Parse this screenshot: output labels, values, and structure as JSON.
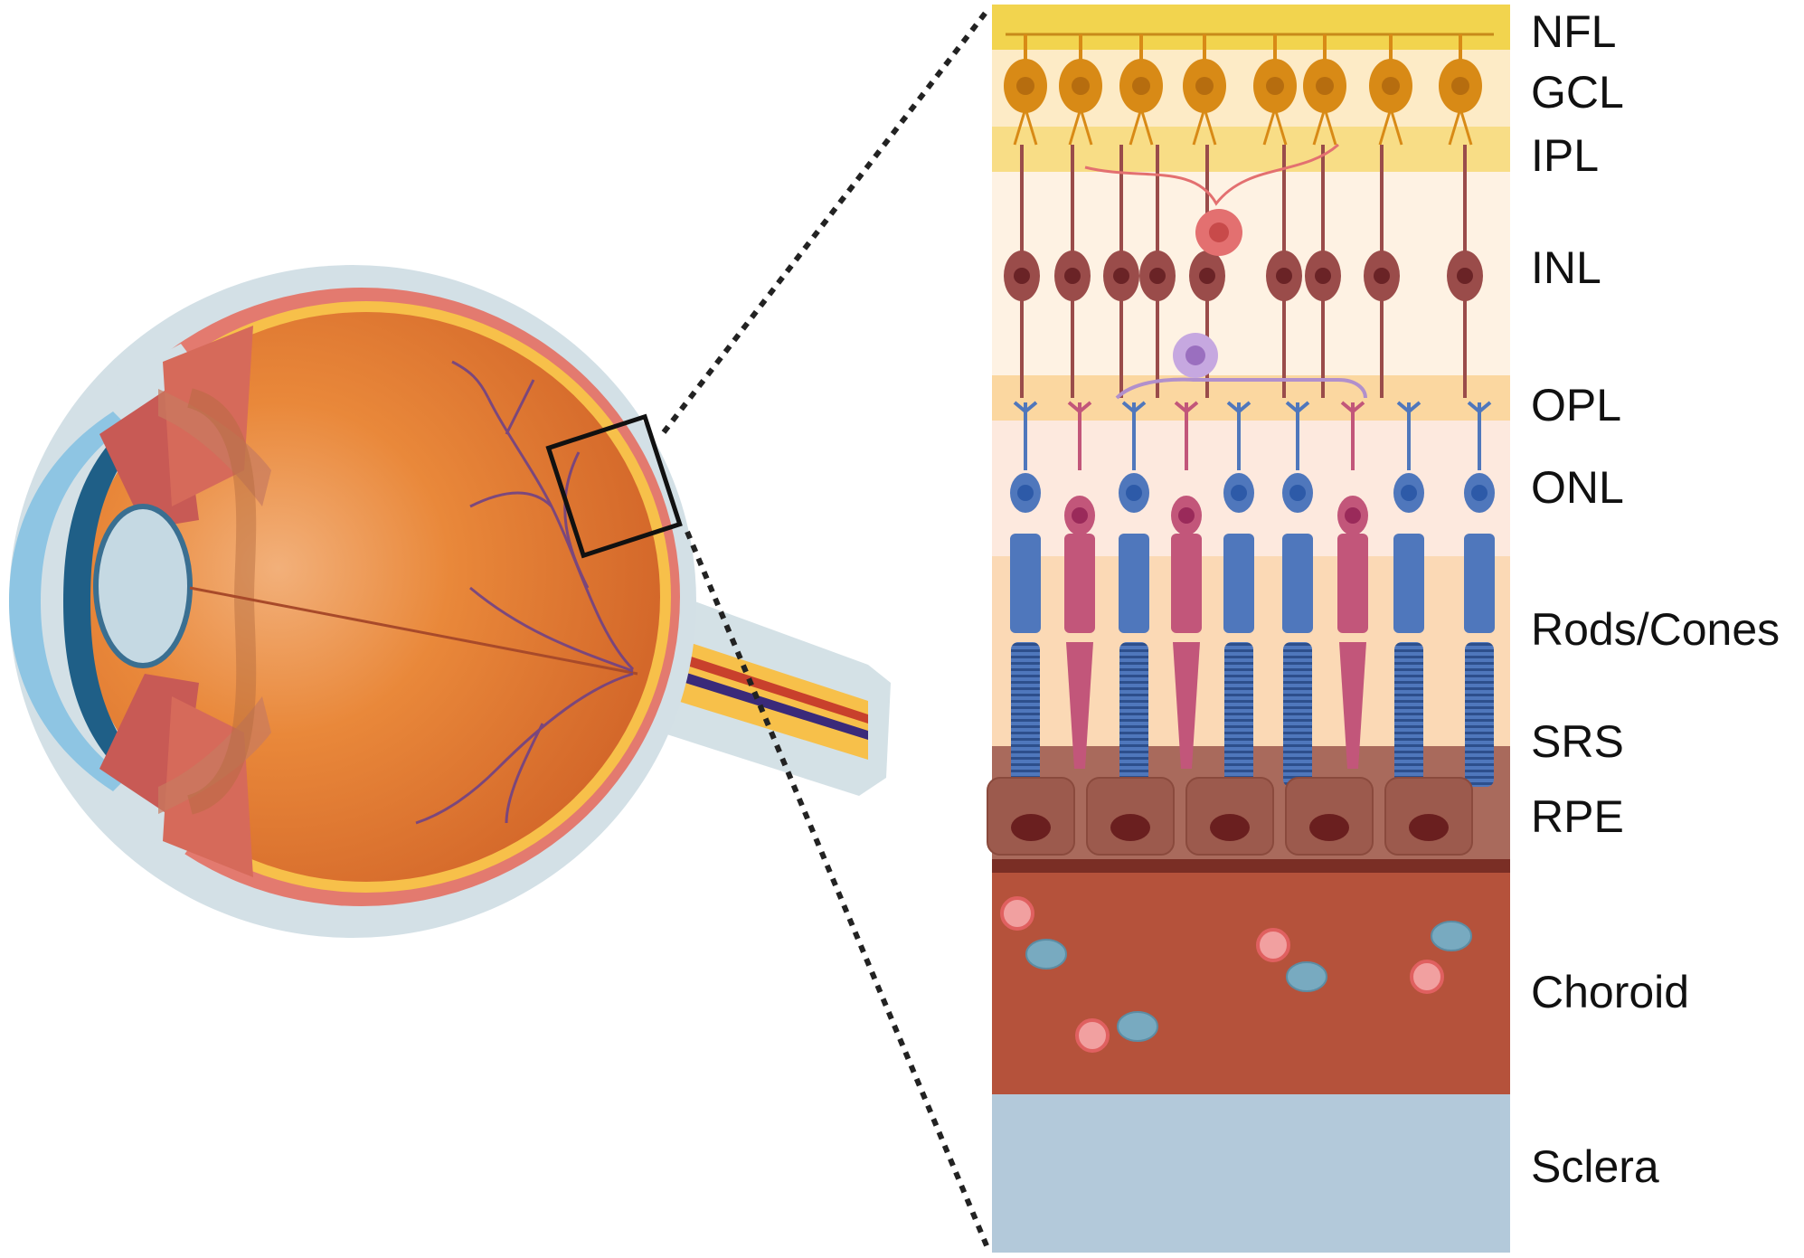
{
  "figure": {
    "labels": [
      {
        "id": "nfl",
        "text": "NFL"
      },
      {
        "id": "gcl",
        "text": "GCL"
      },
      {
        "id": "ipl",
        "text": "IPL"
      },
      {
        "id": "inl",
        "text": "INL"
      },
      {
        "id": "opl",
        "text": "OPL"
      },
      {
        "id": "onl",
        "text": "ONL"
      },
      {
        "id": "rods-cones",
        "text": "Rods/Cones"
      },
      {
        "id": "srs",
        "text": "SRS"
      },
      {
        "id": "rpe",
        "text": "RPE"
      },
      {
        "id": "choroid",
        "text": "Choroid"
      },
      {
        "id": "sclera",
        "text": "Sclera"
      }
    ]
  },
  "colors": {
    "nfl": "#f2d44e",
    "gcl": "#fdebc6",
    "ipl": "#f8dd86",
    "inl": "#fef2e3",
    "opl": "#fbd7a0",
    "onl": "#fde9de",
    "photoreceptor_zone": "#fbd9b5",
    "rpe": "#a96a5c",
    "bruchs": "#7a2e25",
    "choroid": "#b5523b",
    "sclera": "#b3c9da",
    "ganglion": "#d88a16",
    "bipolar": "#9a4c4a",
    "rod": "#4f77bc",
    "cone": "#c2567a",
    "amacrine": "#e37070",
    "horizontal": "#b190cc",
    "eye_globe": "#e88a3a",
    "eye_outer": "#d3e0e6"
  }
}
